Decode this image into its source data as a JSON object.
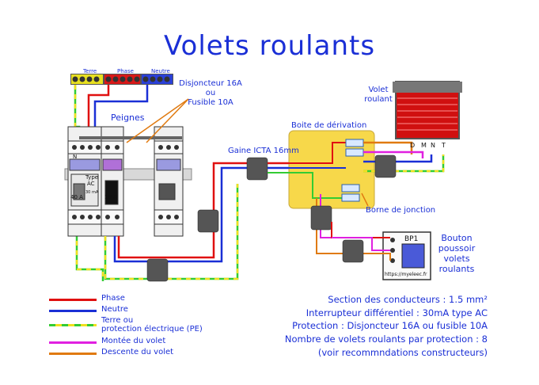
{
  "title": "Volets roulants",
  "terminal_labels": {
    "terre": "Terre",
    "phase": "Phase",
    "neutre": "Neutre"
  },
  "labels": {
    "disjoncteur": "Disjoncteur 16A",
    "ou": "ou",
    "fusible": "Fusible 10A",
    "peignes": "Peignes",
    "boite": "Boite de dérivation",
    "gaine": "Gaine ICTA 16mm",
    "volet": "Volet",
    "roulant": "roulant",
    "borne": "Borne de jonction",
    "bouton1": "Bouton",
    "bouton2": "poussoir",
    "bouton3": "volets",
    "bouton4": "roulants",
    "bp1": "BP1",
    "website": "https://myeleec.fr",
    "motor_terms": [
      "D",
      "M",
      "N",
      "T"
    ],
    "breaker_40": "40 A",
    "breaker_16": "16 A",
    "breaker_type": "Type",
    "breaker_ac": "AC",
    "breaker_30": "30 mA",
    "breaker_n": "N"
  },
  "legend": [
    {
      "label": "Phase",
      "color": "#e01010"
    },
    {
      "label": "Neutre",
      "color": "#1a2fd6"
    },
    {
      "label": "Terre ou",
      "label2": "protection électrique (PE)",
      "color": "#33cc33",
      "color2": "#f0e020"
    },
    {
      "label": "Montée du volet",
      "color": "#e020e0"
    },
    {
      "label": "Descente du volet",
      "color": "#e07a10"
    }
  ],
  "specs": {
    "line1": "Section des conducteurs : 1.5 mm²",
    "line2": "Interrupteur différentiel : 30mA type AC",
    "line3": "Protection : Disjoncteur 16A ou fusible 10A",
    "line4": "Nombre de volets roulants par protection : 8",
    "line5": "(voir recommndations constructeurs)"
  },
  "colors": {
    "phase": "#e01010",
    "neutre": "#1a2fd6",
    "terre_green": "#33cc33",
    "terre_yellow": "#f0e020",
    "montee": "#e020e0",
    "descente": "#e07a10",
    "box": "#f7d84a"
  }
}
